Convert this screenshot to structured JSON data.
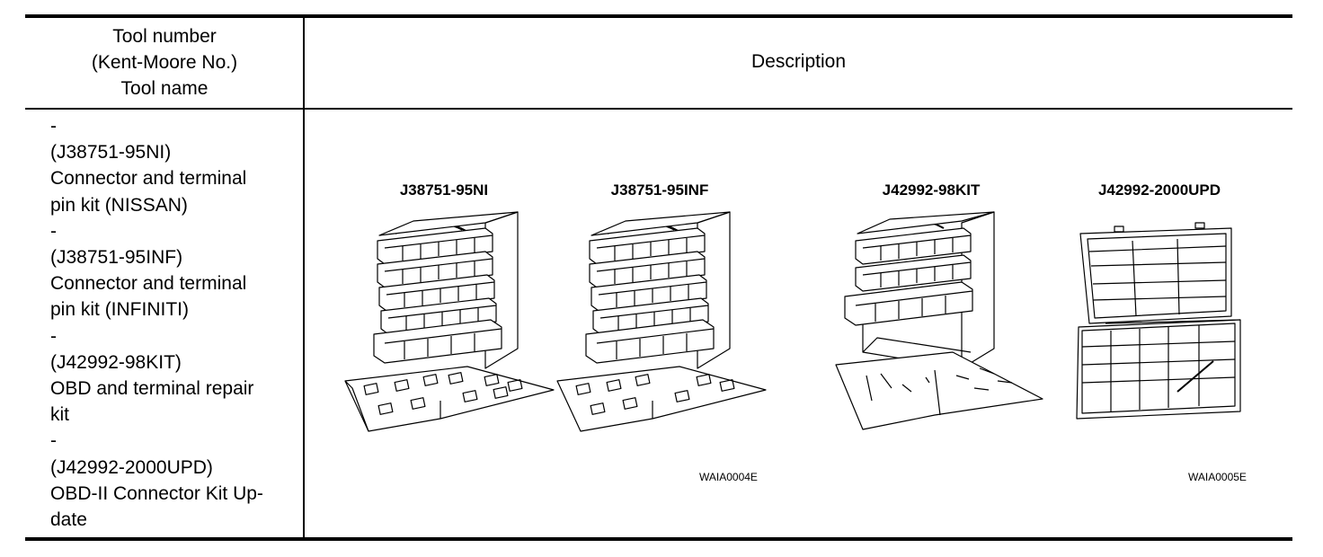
{
  "header": {
    "tool_col_lines": [
      "Tool number",
      "(Kent-Moore No.)",
      "Tool name"
    ],
    "description_col": "Description"
  },
  "tool_entry_lines": [
    "-",
    "(J38751-95NI)",
    "Connector and terminal",
    "pin kit (NISSAN)",
    "-",
    "(J38751-95INF)",
    "Connector and terminal",
    "pin kit (INFINITI)",
    "-",
    "(J42992-98KIT)",
    "OBD and terminal repair",
    "kit",
    "-",
    "(J42992-2000UPD)",
    "OBD-II Connector Kit Up-",
    "date"
  ],
  "figure": {
    "labels": [
      "J38751-95NI",
      "J38751-95INF",
      "J42992-98KIT",
      "J42992-2000UPD"
    ],
    "codes": [
      "WAIA0004E",
      "WAIA0005E"
    ]
  }
}
